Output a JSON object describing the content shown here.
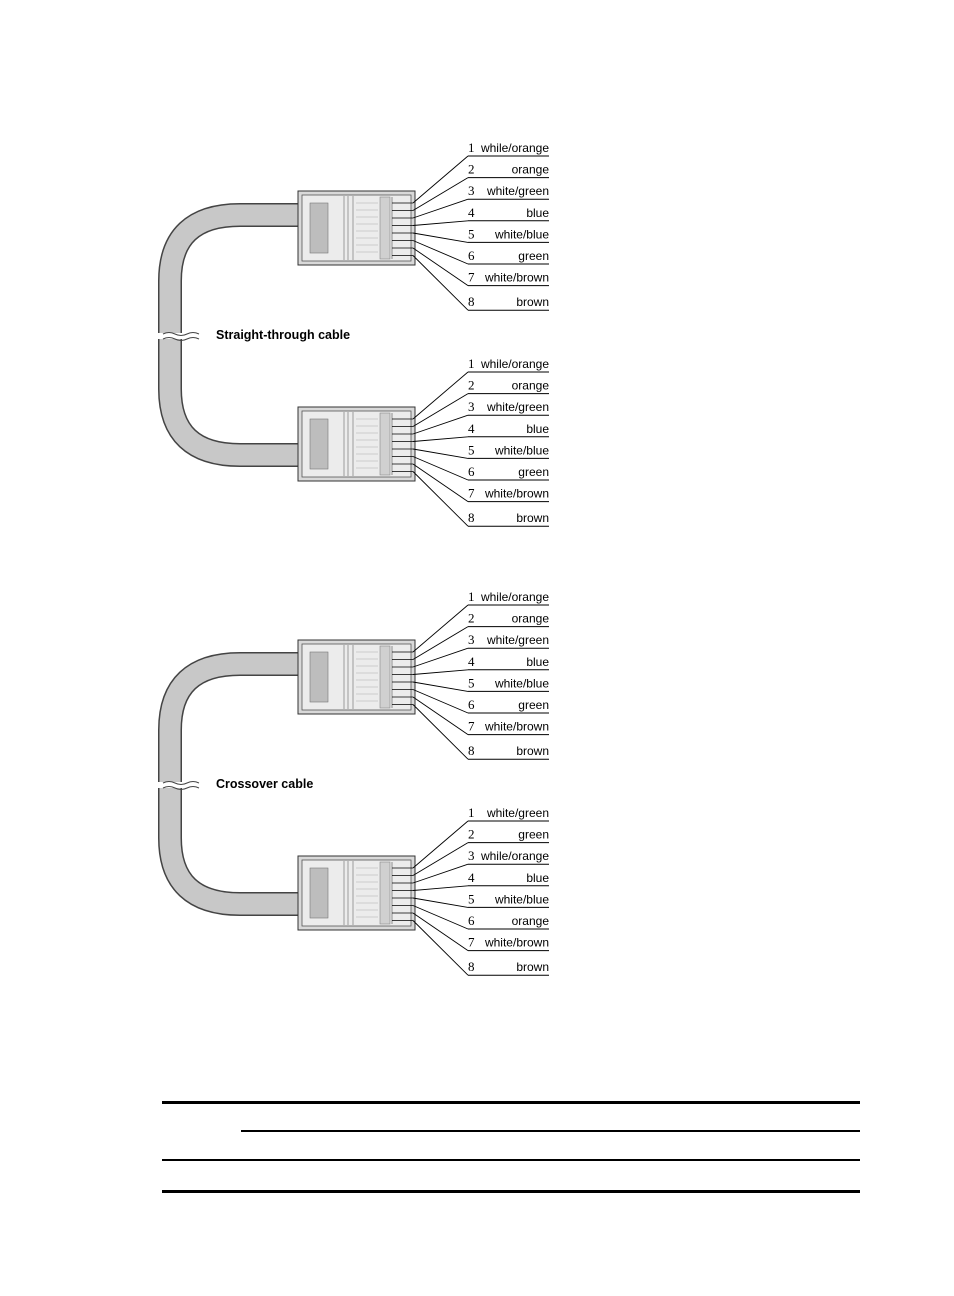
{
  "diagrams": [
    {
      "label": "Straight-through cable",
      "ends": [
        {
          "pins": [
            {
              "num": "1",
              "color": "while/orange"
            },
            {
              "num": "2",
              "color": "orange"
            },
            {
              "num": "3",
              "color": "white/green"
            },
            {
              "num": "4",
              "color": "blue"
            },
            {
              "num": "5",
              "color": "white/blue"
            },
            {
              "num": "6",
              "color": "green"
            },
            {
              "num": "7",
              "color": "white/brown"
            },
            {
              "num": "8",
              "color": "brown"
            }
          ]
        },
        {
          "pins": [
            {
              "num": "1",
              "color": "while/orange"
            },
            {
              "num": "2",
              "color": "orange"
            },
            {
              "num": "3",
              "color": "white/green"
            },
            {
              "num": "4",
              "color": "blue"
            },
            {
              "num": "5",
              "color": "white/blue"
            },
            {
              "num": "6",
              "color": "green"
            },
            {
              "num": "7",
              "color": "white/brown"
            },
            {
              "num": "8",
              "color": "brown"
            }
          ]
        }
      ]
    },
    {
      "label": "Crossover cable",
      "ends": [
        {
          "pins": [
            {
              "num": "1",
              "color": "while/orange"
            },
            {
              "num": "2",
              "color": "orange"
            },
            {
              "num": "3",
              "color": "white/green"
            },
            {
              "num": "4",
              "color": "blue"
            },
            {
              "num": "5",
              "color": "white/blue"
            },
            {
              "num": "6",
              "color": "green"
            },
            {
              "num": "7",
              "color": "white/brown"
            },
            {
              "num": "8",
              "color": "brown"
            }
          ]
        },
        {
          "pins": [
            {
              "num": "1",
              "color": "white/green"
            },
            {
              "num": "2",
              "color": "green"
            },
            {
              "num": "3",
              "color": "while/orange"
            },
            {
              "num": "4",
              "color": "blue"
            },
            {
              "num": "5",
              "color": "white/blue"
            },
            {
              "num": "6",
              "color": "orange"
            },
            {
              "num": "7",
              "color": "white/brown"
            },
            {
              "num": "8",
              "color": "brown"
            }
          ]
        }
      ]
    }
  ],
  "colors": {
    "cable_fill": "#c8c8c8",
    "cable_stroke": "#444444",
    "connector_fill": "#d9d9d9",
    "connector_inner": "#ececec",
    "latch_fill": "#bdbdbd",
    "line": "#000000"
  }
}
